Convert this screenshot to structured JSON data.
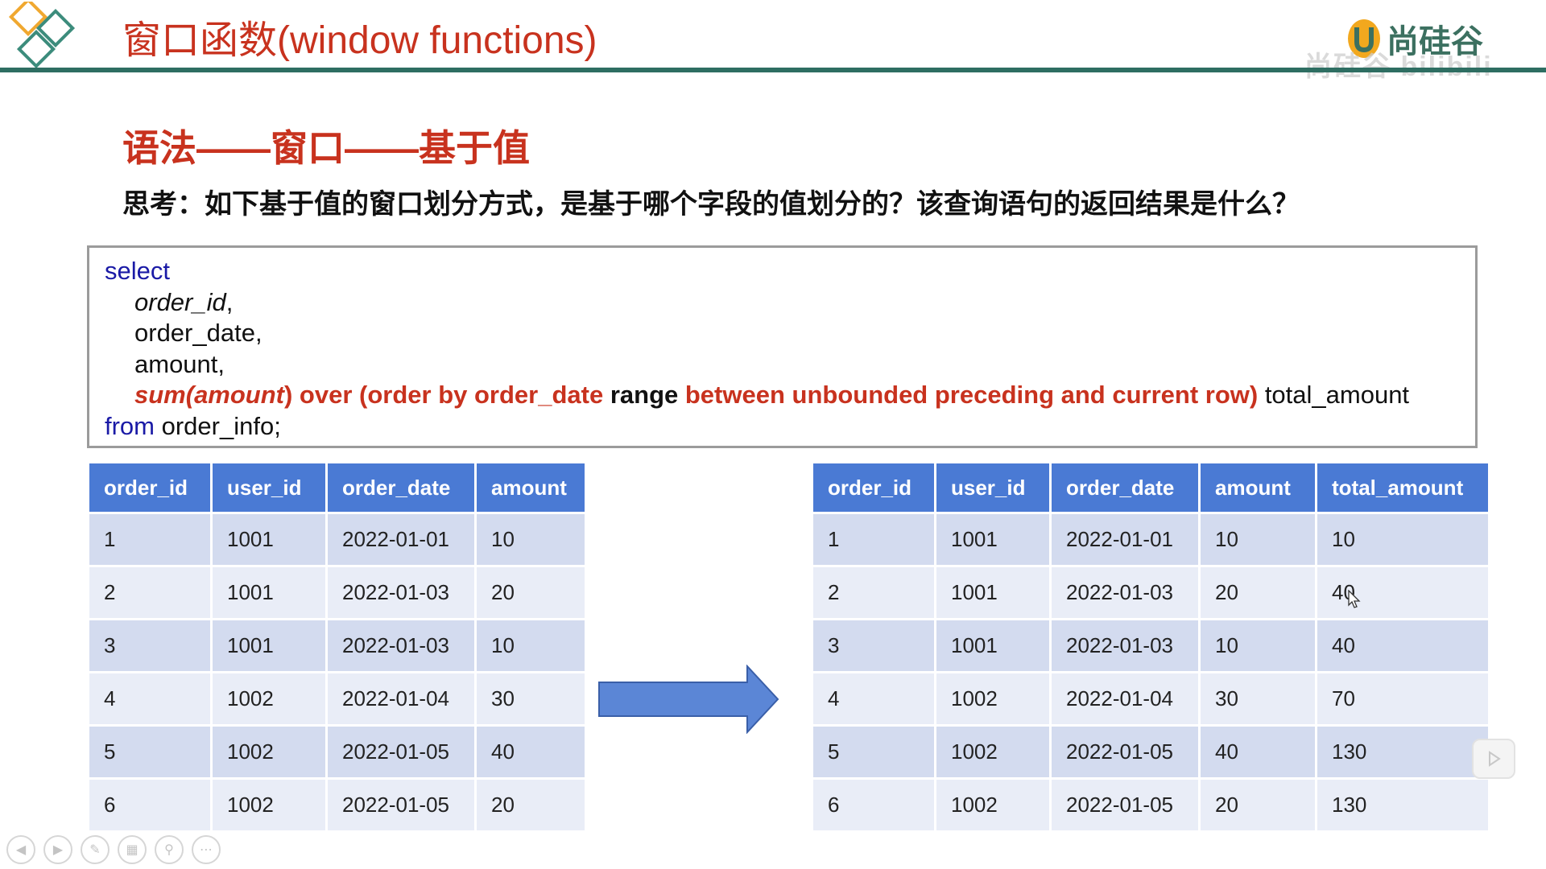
{
  "header": {
    "title": "窗口函数(window functions)",
    "brand_text": "尚硅谷",
    "watermark": "尚硅谷 bilibili"
  },
  "section": {
    "title": "语法——窗口——基于值",
    "question": "思考：如下基于值的窗口划分方式，是基于哪个字段的值划分的？该查询语句的返回结果是什么？"
  },
  "code": {
    "select": "select",
    "order_id": "order_id",
    "comma": ",",
    "order_date_line": "order_date,",
    "amount_line": "amount,",
    "sum_fn": "sum(amount",
    "over_part": ") over (order by order_date",
    "range_kw": " range ",
    "between_part": "between unbounded preceding and current row)",
    "alias": " total_amount",
    "from_kw": "from",
    "from_table": " order_info;"
  },
  "left_table": {
    "headers": [
      "order_id",
      "user_id",
      "order_date",
      "amount"
    ],
    "rows": [
      [
        "1",
        "1001",
        "2022-01-01",
        "10"
      ],
      [
        "2",
        "1001",
        "2022-01-03",
        "20"
      ],
      [
        "3",
        "1001",
        "2022-01-03",
        "10"
      ],
      [
        "4",
        "1002",
        "2022-01-04",
        "30"
      ],
      [
        "5",
        "1002",
        "2022-01-05",
        "40"
      ],
      [
        "6",
        "1002",
        "2022-01-05",
        "20"
      ]
    ]
  },
  "right_table": {
    "headers": [
      "order_id",
      "user_id",
      "order_date",
      "amount",
      "total_amount"
    ],
    "rows": [
      [
        "1",
        "1001",
        "2022-01-01",
        "10",
        "10"
      ],
      [
        "2",
        "1001",
        "2022-01-03",
        "20",
        "40"
      ],
      [
        "3",
        "1001",
        "2022-01-03",
        "10",
        "40"
      ],
      [
        "4",
        "1002",
        "2022-01-04",
        "30",
        "70"
      ],
      [
        "5",
        "1002",
        "2022-01-05",
        "40",
        "130"
      ],
      [
        "6",
        "1002",
        "2022-01-05",
        "20",
        "130"
      ]
    ]
  },
  "colors": {
    "accent_red": "#c8321e",
    "header_line": "#2e6e62",
    "table_header": "#4a7ad4",
    "row_odd": "#d3dbef",
    "row_even": "#e9edf7",
    "arrow_fill": "#5b86d6"
  },
  "toolbar": {
    "icons": [
      "prev-icon",
      "next-icon",
      "pen-icon",
      "slides-icon",
      "zoom-icon",
      "more-icon"
    ]
  }
}
